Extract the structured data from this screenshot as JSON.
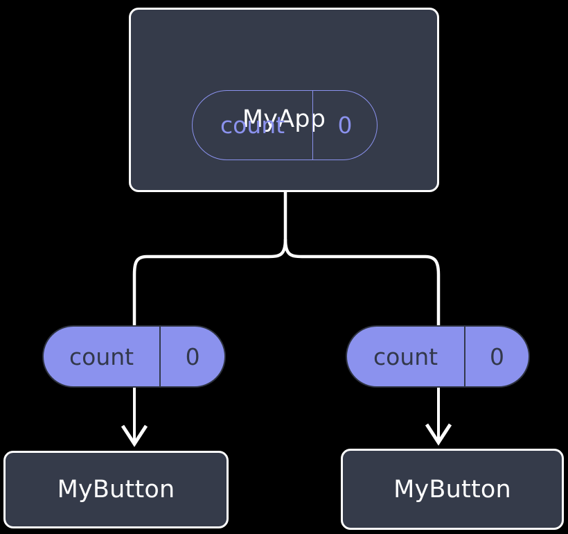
{
  "diagram": {
    "background_color": "#000000",
    "accent_color": "#8b92ee",
    "surface_color": "#353b4a",
    "stroke_color": "#ffffff",
    "nodes": {
      "root": {
        "title": "MyApp",
        "state": {
          "key": "count",
          "value": "0"
        }
      },
      "left_state": {
        "key": "count",
        "value": "0"
      },
      "right_state": {
        "key": "count",
        "value": "0"
      },
      "left_child": {
        "title": "MyButton"
      },
      "right_child": {
        "title": "MyButton"
      }
    }
  }
}
